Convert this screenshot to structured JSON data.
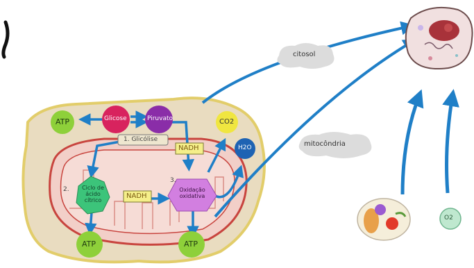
{
  "labels": {
    "glicose": "Glicose",
    "piruvato": "Piruvato",
    "glicolise": "1. Glicólise",
    "nadh_top": "NADH",
    "nadh_mid": "NADH",
    "atp_left": "ATP",
    "co2": "CO2",
    "h2o": "H2O",
    "ciclo": "Ciclo de ácido cítrico",
    "ciclo_num": "2.",
    "oxid": "Oxidação oxidativa",
    "oxid_num": "3.",
    "atp_bottom_left": "ATP",
    "atp_bottom_right": "ATP",
    "citosol": "citosol",
    "mitocondria": "mitocôndria",
    "o2": "O2"
  },
  "colors": {
    "cell_fill": "#e9dcc0",
    "cell_border": "#e2cd6a",
    "mito_fill": "#f0c7c0",
    "mito_stroke": "#c8443e",
    "arrow": "#1f7fc7",
    "atp": "#8ed03a",
    "glicose": "#d8235e",
    "piruvato": "#8a2da8",
    "nadh": "#f5ef8a",
    "co2": "#f0e640",
    "h2o": "#1e63b3",
    "ciclo": "#3cc47a",
    "oxid": "#d27fe0"
  },
  "icons": [
    "animal-cell-icon",
    "food-plate-icon",
    "o2-molecule-icon"
  ]
}
